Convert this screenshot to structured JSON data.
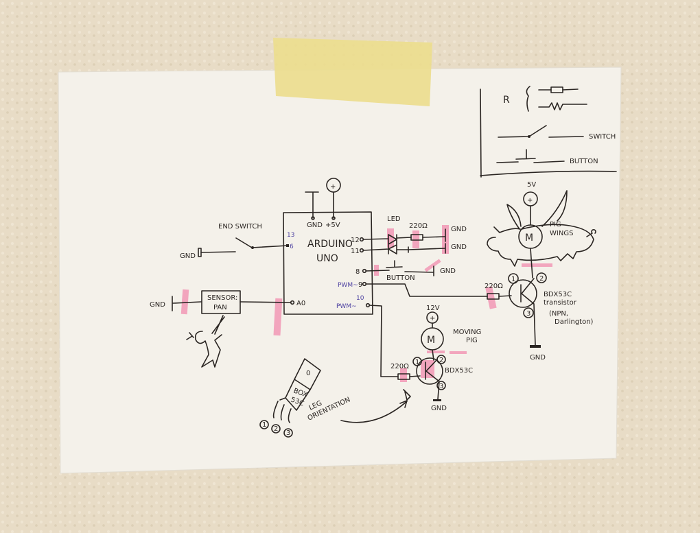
{
  "photo": {
    "wall_color": "#e8dcc6",
    "paper_color": "#f4f1ea",
    "tape_color": "#ecdd8e",
    "highlight_color": "#f0739f",
    "pin_number_color": "#4b3fa0"
  },
  "legend": {
    "resistor_label": "R",
    "switch_label": "SWITCH",
    "button_label": "BUTTON"
  },
  "arduino": {
    "name_line1": "ARDUINO",
    "name_line2": "UNO",
    "gnd_pin": "GND",
    "v5_pin": "+5V",
    "plus_symbol": "+",
    "pin13": "13",
    "pin6": "6",
    "pin12": "12",
    "pin11": "11",
    "pin8": "8",
    "pwm9_label": "PWM~",
    "pin9": "9",
    "pwm10_label": "PWM~",
    "pin10": "10",
    "pin_a0": "A0"
  },
  "end_switch": {
    "label": "END SWITCH",
    "gnd": "GND"
  },
  "sensor": {
    "line1": "SENSOR:",
    "line2": "PAN",
    "gnd": "GND"
  },
  "leds": {
    "label": "LED",
    "resistor": "220Ω",
    "gnd1": "GND",
    "gnd2": "GND"
  },
  "button": {
    "label": "BUTTON",
    "gnd": "GND"
  },
  "pig_wings": {
    "supply": "5V",
    "plus": "+",
    "motor": "M",
    "label_line1": "PIG",
    "label_line2": "WINGS",
    "resistor": "220Ω",
    "leg1": "1",
    "leg2": "2",
    "leg3": "3",
    "transistor_line1": "BDX53C",
    "transistor_line2": "transistor",
    "transistor_line3": "(NPN,",
    "transistor_line4": "Darlington)",
    "gnd": "GND"
  },
  "moving_pig": {
    "supply": "12V",
    "plus": "+",
    "motor": "M",
    "label_line1": "MOVING",
    "label_line2": "PIG",
    "resistor": "220Ω",
    "leg1": "1",
    "leg2": "2",
    "leg3": "3",
    "transistor": "BDX53C",
    "gnd": "GND"
  },
  "package": {
    "hole": "0",
    "text_line1": "BOX",
    "text_line2": "53C",
    "leg1": "1",
    "leg2": "2",
    "leg3": "3",
    "note_line1": "LEG",
    "note_line2": "ORIENTATION"
  }
}
